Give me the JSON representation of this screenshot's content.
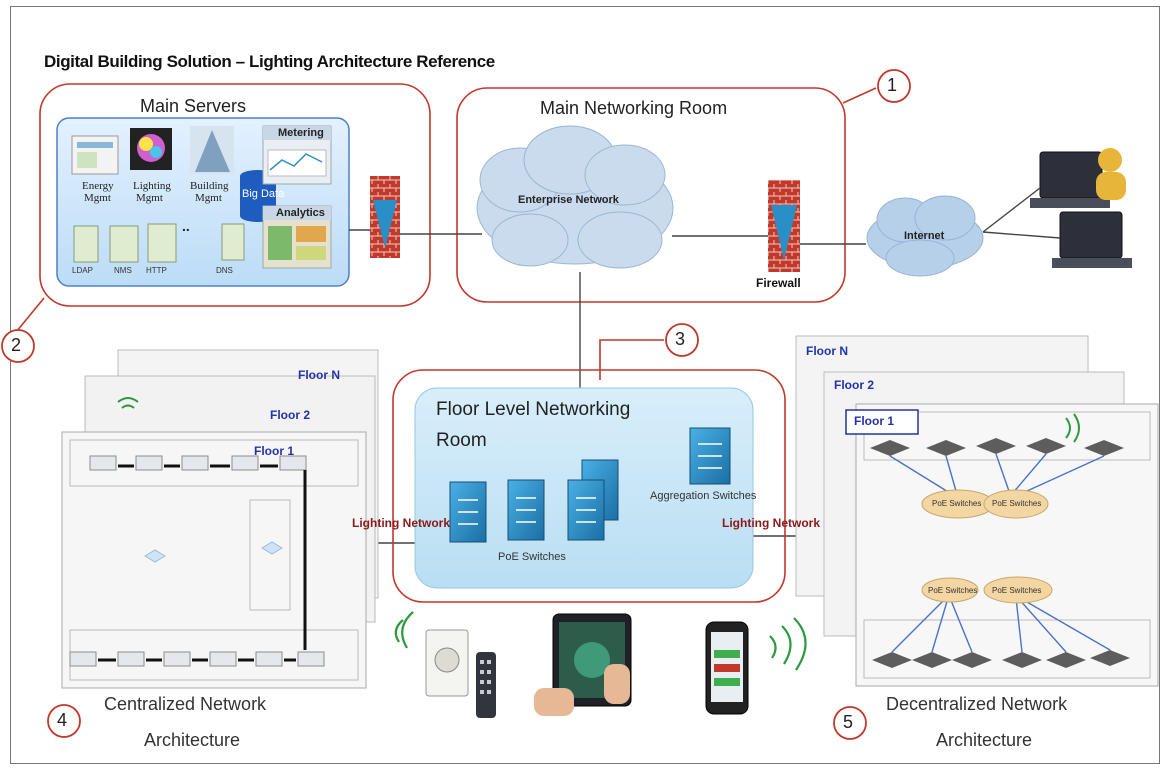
{
  "title": "Digital Building Solution – Lighting Architecture Reference",
  "main_servers": {
    "heading": "Main Servers",
    "apps": [
      "Energy",
      "Mgmt",
      "Lighting",
      "Mgmt",
      "Building",
      "Mgmt"
    ],
    "ellipsis": "..",
    "big_data": "Big Data",
    "metering": "Metering",
    "analytics": "Analytics",
    "servers": [
      "LDAP",
      "NMS",
      "HTTP",
      "DNS"
    ]
  },
  "main_networking_room": {
    "heading": "Main Networking  Room",
    "enterprise_network": "Enterprise Network",
    "firewall": "Firewall"
  },
  "internet": "Internet",
  "callouts": [
    "1",
    "2",
    "3",
    "4",
    "5"
  ],
  "floor_level_room": {
    "heading_line1": "Floor Level  Networking",
    "heading_line2": "Room",
    "aggregation_switches": "Aggregation Switches",
    "poe_switches": "PoE Switches"
  },
  "lighting_network_left": "Lighting Network",
  "lighting_network_right": "Lighting Network",
  "centralized": {
    "floors": [
      "Floor N",
      "Floor 2",
      "Floor 1"
    ],
    "label_line1": "Centralized Network",
    "label_line2": "Architecture"
  },
  "decentralized": {
    "floors": [
      "Floor N",
      "Floor 2",
      "Floor 1"
    ],
    "poe_switch_label": "PoE Switches",
    "label_line1": "Decentralized Network",
    "label_line2": "Architecture"
  },
  "colors": {
    "callout_red": "#c0392b",
    "room_fill": "#c8e6f6",
    "cloud_fill": "#c9dbed",
    "switch_blue": "#2a8fc6",
    "floor_blue": "#2233aa",
    "lighting_network_text": "#8a1a1a",
    "poe_ellipse": "#f3d6a1"
  }
}
